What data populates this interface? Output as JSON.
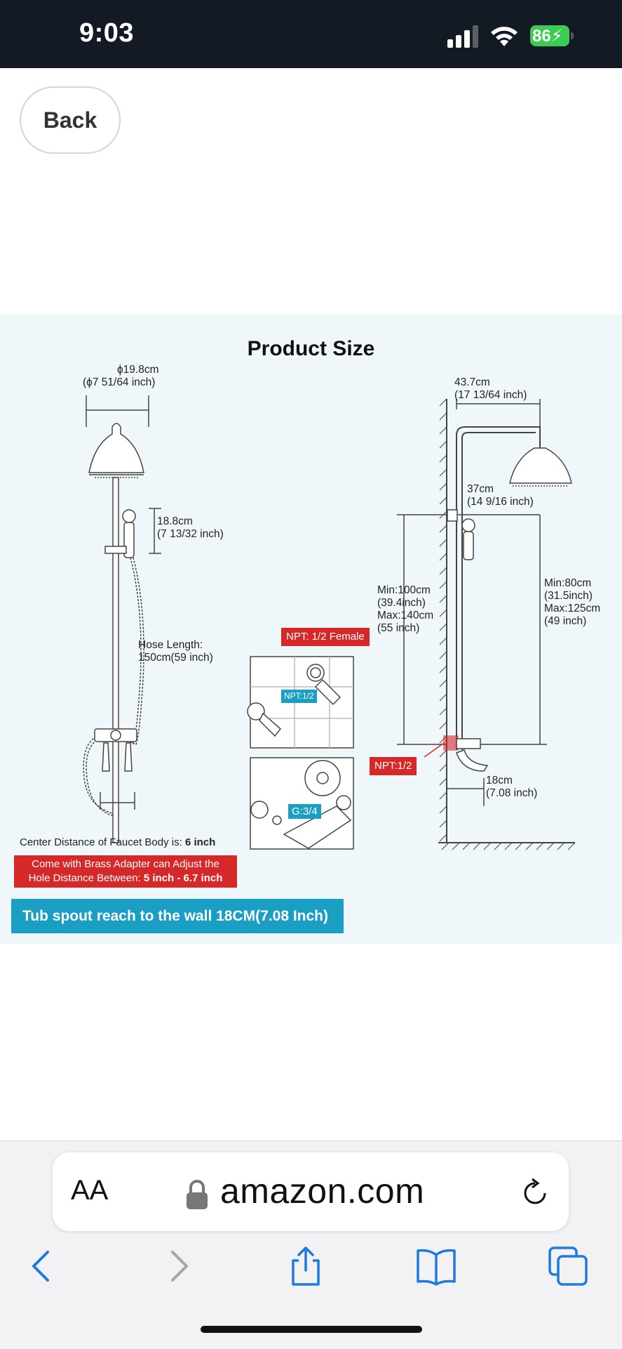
{
  "status_bar": {
    "time": "9:03",
    "battery": "86"
  },
  "back_button": {
    "label": "Back"
  },
  "product_image": {
    "title": "Product Size",
    "left_diagram": {
      "head_diameter_cm": "ϕ19.8cm",
      "head_diameter_in": "(ϕ7 51/64 inch)",
      "handheld_height_cm": "18.8cm",
      "handheld_height_in": "(7 13/32 inch)",
      "hose_label": "Hose Length:",
      "hose_value": "150cm(59 inch)"
    },
    "right_diagram": {
      "arm_length_cm": "43.7cm",
      "arm_length_in": "(17 13/64 inch)",
      "head_offset_cm": "37cm",
      "head_offset_in": "(14 9/16 inch)",
      "height_left": [
        "Min:100cm",
        "(39.4inch)",
        "Max:140cm",
        "(55 inch)"
      ],
      "height_right": [
        "Min:80cm",
        "(31.5inch)",
        "Max:125cm",
        "(49 inch)"
      ],
      "spout_cm": "18cm",
      "spout_in": "(7.08 inch)"
    },
    "tags": {
      "npt_female": "NPT: 1/2 Female",
      "npt_small": "NPT:1/2",
      "npt_wall": "NPT:1/2",
      "g34": "G:3/4"
    },
    "center_distance_text": "Center Distance of Faucet Body is:",
    "center_distance_value": "6 inch",
    "adapter_line1": "Come with Brass Adapter can Adjust the",
    "adapter_line2_prefix": "Hole Distance Between:",
    "adapter_line2_value": "5 inch - 6.7 inch",
    "tub_banner": "Tub spout reach to the wall 18CM(7.08 Inch)"
  },
  "browser": {
    "aa_label": "AA",
    "domain": "amazon.com"
  },
  "colors": {
    "accent_blue": "#1a9ec4",
    "tag_red": "#d62829",
    "ios_blue": "#1f7ae0",
    "panel_bg": "#f0f7fb"
  }
}
